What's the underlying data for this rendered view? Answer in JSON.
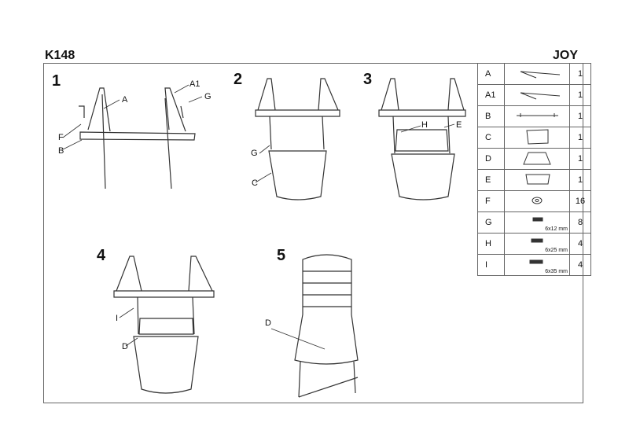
{
  "header": {
    "model": "K148",
    "name": "JOY"
  },
  "steps": [
    {
      "number": "1",
      "labels": [
        "A",
        "A1",
        "G",
        "F",
        "B"
      ]
    },
    {
      "number": "2",
      "labels": [
        "G",
        "C"
      ]
    },
    {
      "number": "3",
      "labels": [
        "H",
        "E"
      ]
    },
    {
      "number": "4",
      "labels": [
        "I",
        "D"
      ]
    },
    {
      "number": "5",
      "labels": [
        "D"
      ]
    }
  ],
  "parts": [
    {
      "id": "A",
      "qty": "1",
      "size": ""
    },
    {
      "id": "A1",
      "qty": "1",
      "size": ""
    },
    {
      "id": "B",
      "qty": "1",
      "size": ""
    },
    {
      "id": "C",
      "qty": "1",
      "size": ""
    },
    {
      "id": "D",
      "qty": "1",
      "size": ""
    },
    {
      "id": "E",
      "qty": "1",
      "size": ""
    },
    {
      "id": "F",
      "qty": "16",
      "size": ""
    },
    {
      "id": "G",
      "qty": "8",
      "size": "6x12 mm"
    },
    {
      "id": "H",
      "qty": "4",
      "size": "6x25 mm"
    },
    {
      "id": "I",
      "qty": "4",
      "size": "6x35 mm"
    }
  ]
}
